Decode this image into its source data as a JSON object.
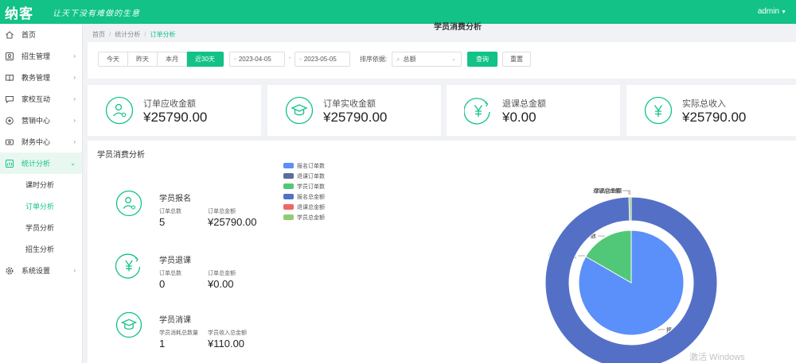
{
  "header": {
    "logo": "纳客",
    "slogan": "让天下没有难做的生意",
    "user": "admin"
  },
  "colors": {
    "brand": "#12c287",
    "blue": "#5b8ff9",
    "navy": "#5470c6",
    "green": "#50c878"
  },
  "sidebar": {
    "items": [
      {
        "label": "首页",
        "icon": "home-icon",
        "arrow": ""
      },
      {
        "label": "招生管理",
        "icon": "user-plus-icon",
        "arrow": "›"
      },
      {
        "label": "教务管理",
        "icon": "book-icon",
        "arrow": "›"
      },
      {
        "label": "家校互动",
        "icon": "chat-icon",
        "arrow": "›"
      },
      {
        "label": "营销中心",
        "icon": "gift-icon",
        "arrow": "›"
      },
      {
        "label": "财务中心",
        "icon": "money-icon",
        "arrow": "›"
      },
      {
        "label": "统计分析",
        "icon": "chart-icon",
        "arrow": "⌄"
      }
    ],
    "sub_items": [
      "课时分析",
      "订单分析",
      "学员分析",
      "招生分析"
    ],
    "last_item": {
      "label": "系统设置",
      "icon": "gear-icon",
      "arrow": "›"
    }
  },
  "breadcrumb": {
    "home": "首页",
    "parent": "统计分析",
    "current": "订单分析"
  },
  "toolbar": {
    "ranges": [
      "今天",
      "昨天",
      "本月",
      "近30天"
    ],
    "start_date": "2023-04-05",
    "end_date": "2023-05-05",
    "range_sep": "-",
    "sort_label": "排序依据:",
    "sort_value": "总额",
    "search_label": "查询",
    "reset_label": "重置"
  },
  "cards": [
    {
      "label": "订单应收金额",
      "value": "¥25790.00",
      "icon": "user-money-icon"
    },
    {
      "label": "订单实收金额",
      "value": "¥25790.00",
      "icon": "graduation-cap-icon"
    },
    {
      "label": "退课总金额",
      "value": "¥0.00",
      "icon": "yen-icon"
    },
    {
      "label": "实际总收入",
      "value": "¥25790.00",
      "icon": "yen-circle-icon"
    }
  ],
  "panel": {
    "title": "学员消费分析"
  },
  "stats": [
    {
      "title": "学员报名",
      "k1": "订单总数",
      "v1": "5",
      "k2": "订单总金额",
      "v2": "¥25790.00"
    },
    {
      "title": "学员退课",
      "k1": "订单总数",
      "v1": "0",
      "k2": "订单总金额",
      "v2": "¥0.00"
    },
    {
      "title": "学员消课",
      "k1": "学员消耗总数量",
      "v1": "1",
      "k2": "学员收入总金额",
      "v2": "¥110.00"
    }
  ],
  "chart_data": {
    "type": "pie",
    "title": "学员消费分析",
    "legend_position": "left",
    "legend": [
      {
        "name": "报名订单数",
        "color": "#5b8ff9"
      },
      {
        "name": "退课订单数",
        "color": "#5a6e99"
      },
      {
        "name": "学员订单数",
        "color": "#50c878"
      },
      {
        "name": "报名总金额",
        "color": "#5470c6"
      },
      {
        "name": "退课总金额",
        "color": "#ee6666"
      },
      {
        "name": "学员总金额",
        "color": "#91cc75"
      }
    ],
    "inner": [
      {
        "name": "报名订单数",
        "value": 5,
        "color": "#5b8ff9"
      },
      {
        "name": "退课订单数",
        "value": 0,
        "color": "#5a6e99"
      },
      {
        "name": "学员订单数",
        "value": 1,
        "color": "#50c878"
      }
    ],
    "outer": [
      {
        "name": "报名总金额",
        "value": 25790,
        "color": "#5470c6"
      },
      {
        "name": "退课总金额",
        "value": 0,
        "color": "#ee6666"
      },
      {
        "name": "学员总金额",
        "value": 110,
        "color": "#91cc75"
      }
    ]
  },
  "watermark": "激活 Windows"
}
